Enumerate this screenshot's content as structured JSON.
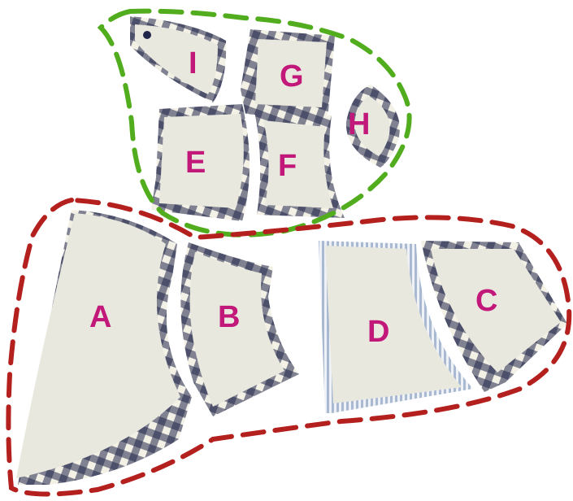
{
  "colors": {
    "upper_group_outline": "#52ad1e",
    "lower_group_outline": "#b3201e",
    "label": "#c2187a",
    "fabric_fill": "#e9e8de",
    "gingham_dark": "#20264a",
    "gingham_light": "#f3f1e6",
    "stripe_border": "#a9b9d2"
  },
  "groups": [
    {
      "id": "upper",
      "color_key": "upper_group_outline",
      "style": "dashed"
    },
    {
      "id": "lower",
      "color_key": "lower_group_outline",
      "style": "dashed"
    }
  ],
  "pieces": [
    {
      "id": "A",
      "label": "A",
      "border": "gingham"
    },
    {
      "id": "B",
      "label": "B",
      "border": "gingham"
    },
    {
      "id": "C",
      "label": "C",
      "border": "gingham"
    },
    {
      "id": "D",
      "label": "D",
      "border": "striped"
    },
    {
      "id": "E",
      "label": "E",
      "border": "gingham"
    },
    {
      "id": "F",
      "label": "F",
      "border": "gingham"
    },
    {
      "id": "G",
      "label": "G",
      "border": "gingham"
    },
    {
      "id": "H",
      "label": "H",
      "border": "gingham"
    },
    {
      "id": "I",
      "label": "I",
      "border": "gingham"
    }
  ]
}
